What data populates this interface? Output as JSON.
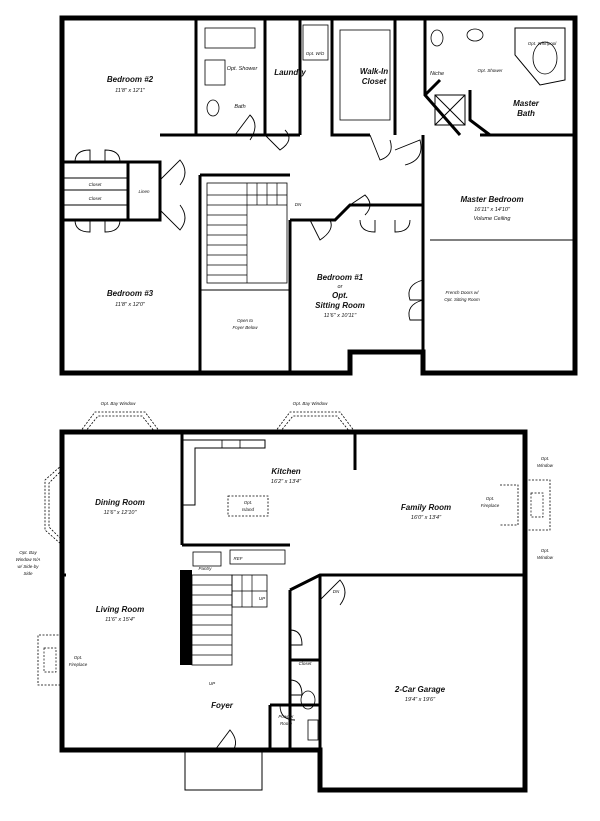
{
  "upper_floor": {
    "bedroom2": {
      "name": "Bedroom #2",
      "dims": "11'8\" x 12'1\""
    },
    "bath": {
      "name": "Bath",
      "opt": "Opt. Shower"
    },
    "laundry": {
      "name": "Laundry",
      "opt_wd": "Opt. W/D"
    },
    "walkin": {
      "name": "Walk-In",
      "name2": "Closet"
    },
    "niche": {
      "name": "Niche"
    },
    "opt_whirlpool": "Opt. Whirlpool",
    "opt_shower": "Opt. Shower",
    "master_bath": {
      "name": "Master",
      "name2": "Bath"
    },
    "closet1": "Closet",
    "closet2": "Closet",
    "linen": "Linen",
    "dn": "DN",
    "master_bedroom": {
      "name": "Master Bedroom",
      "dims": "16'11\" x 14'10\"",
      "note": "Volume Ceiling"
    },
    "french_doors": {
      "line1": "French Doors w/",
      "line2": "Opt. Sitting Room"
    },
    "bedroom3": {
      "name": "Bedroom #3",
      "dims": "11'8\" x 12'0\""
    },
    "open_foyer": {
      "line1": "Open to",
      "line2": "Foyer Below"
    },
    "bedroom1": {
      "name": "Bedroom #1",
      "or": "or",
      "name2": "Opt.",
      "name3": "Sitting Room",
      "dims": "11'6\" x 10'11\""
    }
  },
  "lower_floor": {
    "bay_window_left": "Opt. Bay Window",
    "bay_window_right": "Opt. Bay Window",
    "dining": {
      "name": "Dining Room",
      "dims": "11'6\" x 12'10\""
    },
    "kitchen": {
      "name": "Kitchen",
      "dims": "16'2\" x 13'4\""
    },
    "island": {
      "line1": "Opt.",
      "line2": "Island"
    },
    "pantry": "Pantry",
    "refrig": "REF",
    "family": {
      "name": "Family Room",
      "dims": "16'0\" x 13'4\""
    },
    "opt_window1": {
      "line1": "Opt.",
      "line2": "Window"
    },
    "opt_window2": {
      "line1": "Opt.",
      "line2": "Window"
    },
    "opt_fireplace_family": {
      "line1": "Opt.",
      "line2": "Fireplace"
    },
    "side_bay": {
      "line1": "Opt. Bay",
      "line2": "Window N/A",
      "line3": "w/ Side-by",
      "line4": "Side"
    },
    "living": {
      "name": "Living Room",
      "dims": "11'6\" x 15'4\""
    },
    "opt_fireplace_living": {
      "line1": "Opt.",
      "line2": "Fireplace"
    },
    "up": "UP",
    "dn": "DN",
    "up2": "UP",
    "closet": "Closet",
    "foyer": "Foyer",
    "powder": {
      "line1": "Powder",
      "line2": "Room"
    },
    "garage": {
      "name": "2-Car Garage",
      "dims": "19'4\" x 19'6\""
    }
  }
}
